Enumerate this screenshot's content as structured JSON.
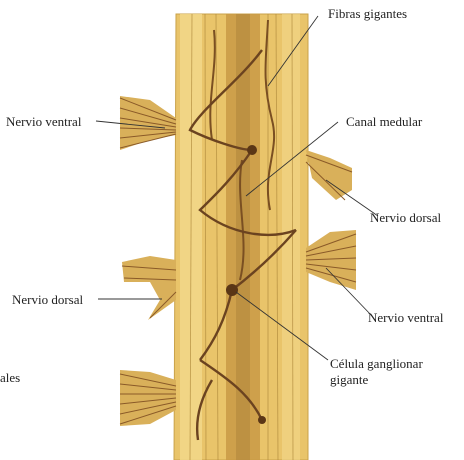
{
  "labels": {
    "fibras_gigantes": "Fibras gigantes",
    "nervio_ventral_left": "Nervio ventral",
    "canal_medular": "Canal medular",
    "nervio_dorsal_right": "Nervio dorsal",
    "nervio_dorsal_left": "Nervio dorsal",
    "nervio_ventral_right": "Nervio ventral",
    "celula_line1": "Célula ganglionar",
    "celula_line2": "gigante",
    "fragment_left": "ales"
  },
  "colors": {
    "cord_fill": "#e9c46a",
    "cord_light": "#f3d98c",
    "cord_shadow": "#c9a24a",
    "central_canal": "#b78a3e",
    "fiber": "#7a4f22",
    "nerve": "#d9b05a",
    "leader": "#333333"
  }
}
